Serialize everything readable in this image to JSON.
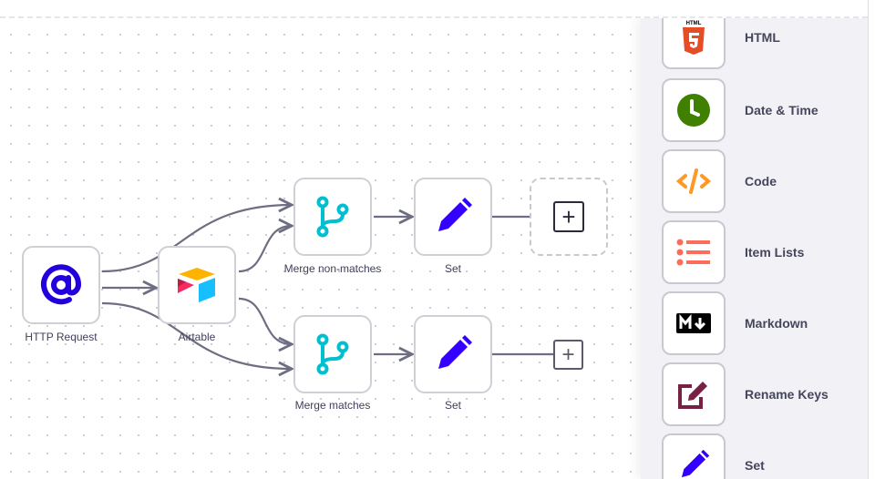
{
  "canvas": {
    "nodes": [
      {
        "label": "HTTP Request",
        "icon": "at-sign-icon",
        "color": "#2200dd"
      },
      {
        "label": "Airtable",
        "icon": "airtable-icon"
      },
      {
        "label": "Merge non-matches",
        "icon": "merge-icon",
        "color": "#00bfcf"
      },
      {
        "label": "Set",
        "icon": "pencil-icon",
        "color": "#3300ff"
      },
      {
        "label": "Merge matches",
        "icon": "merge-icon",
        "color": "#00bfcf"
      },
      {
        "label": "Set",
        "icon": "pencil-icon",
        "color": "#3300ff"
      }
    ],
    "add_node_symbol": "+",
    "edge_color": "#6e6e82"
  },
  "panel": {
    "items": [
      {
        "label": "HTML",
        "icon": "html5-icon",
        "color": "#e44d26"
      },
      {
        "label": "Date & Time",
        "icon": "clock-icon",
        "color": "#408000"
      },
      {
        "label": "Code",
        "icon": "code-icon",
        "color": "#ff9922"
      },
      {
        "label": "Item Lists",
        "icon": "list-icon",
        "color": "#ff6d5a"
      },
      {
        "label": "Markdown",
        "icon": "markdown-icon",
        "color": "#000000"
      },
      {
        "label": "Rename Keys",
        "icon": "rename-icon",
        "color": "#772244"
      },
      {
        "label": "Set",
        "icon": "pencil-icon",
        "color": "#3300ff"
      }
    ]
  }
}
